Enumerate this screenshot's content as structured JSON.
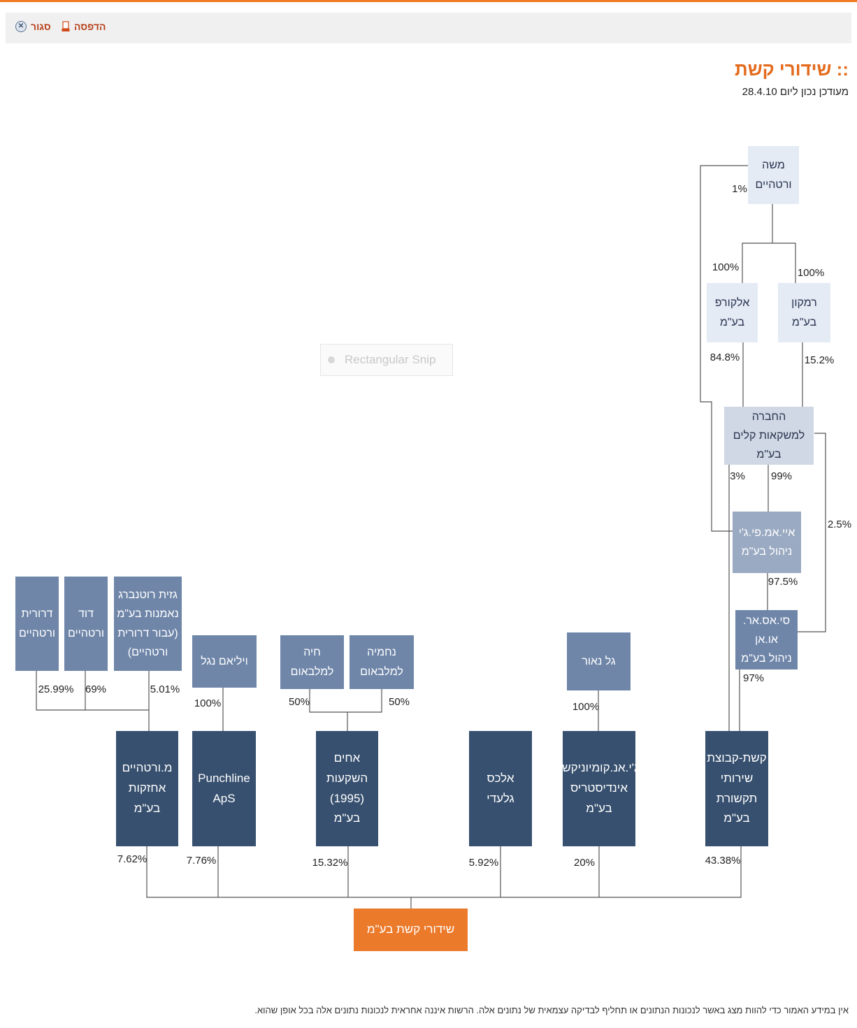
{
  "toolbar": {
    "close_label": "סגור",
    "print_label": "הדפסה"
  },
  "header": {
    "title": ":: שידורי קשת",
    "subtitle": "מעודכן נכון ליום 28.4.10"
  },
  "snip_label": "Rectangular Snip",
  "entities": {
    "moshe": "משה\nורטהיים",
    "alcorp": "אלקורפ\nבע\"מ",
    "ramkon": "רמקון\nבע\"מ",
    "hevra": "החברה\nלמשקאות קלים בע\"מ",
    "emfij": "איי.אמ.פי.ג'י\nניהול בע\"מ",
    "siesar": "סי.אס.אר. או.אן\nניהול בע\"מ",
    "drorit": "דרורית\nורטהיים",
    "david": "דוד\nורטהיים",
    "gazit": "גזית רוטנברג\nנאמנות בע\"מ\n(עבור דרורית\nורטהיים)",
    "william": "ויליאם נגל",
    "haya": "חיה\nלמלבאום",
    "nehemia": "נחמיה\nלמלבאום",
    "gilnaor": "גל נאור",
    "mwertheim": "מ.ורטהיים\nאחזקות\nבע\"מ",
    "punchline": "Punchline\nApS",
    "achim": "אחים\nהשקעות\n(1995) בע\"מ",
    "alex": "אלכס גלעדי",
    "jan": "ג'י.אנ.קומיוניקשן\nאינדיסטריס בע\"מ",
    "keshet": "קשת-קבוצת\nשירותי תקשורת\nבע\"מ",
    "shidurei": "שידורי קשת בע\"מ"
  },
  "percentages": {
    "moshe_to_emfij": "1%",
    "to_alcorp": "100%",
    "to_ramkon": "100%",
    "alcorp_in_hevra": "84.8%",
    "ramkon_in_hevra": "15.2%",
    "hevra_in_emfij": "99%",
    "hevra_in_keshet": "3%",
    "hevra_in_siesar": "2.5%",
    "emfij_in_siesar": "97.5%",
    "siesar_in_keshet": "97%",
    "drorit": "25.99%",
    "david": "69%",
    "gazit": "5.01%",
    "william": "100%",
    "haya": "50%",
    "nehemia": "50%",
    "gilnaor": "100%",
    "mwertheim": "7.62%",
    "punchline": "7.76%",
    "achim": "15.32%",
    "alex": "5.92%",
    "jan": "20%",
    "keshet": "43.38%"
  },
  "disclaimer": "אין במידע האמור כדי להוות מצג באשר לנכונות הנתונים או תחליף לבדיקה עצמאית של נתונים אלה. הרשות איננה אחראית לנכונות נתונים אלה בכל אופן שהוא.",
  "colors": {
    "accent": "#e46a1c",
    "dark_box": "#37506f",
    "steel_box": "#6f86a9",
    "line": "#555555"
  }
}
